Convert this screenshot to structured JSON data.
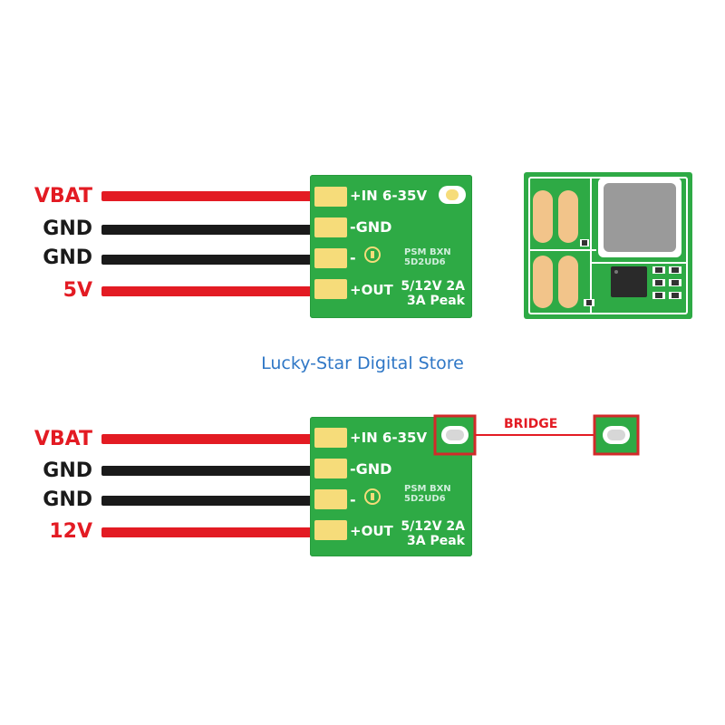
{
  "top_wiring": {
    "wires": [
      {
        "label": "VBAT",
        "color": "#e31b23"
      },
      {
        "label": "GND",
        "color": "#1a1a1a"
      },
      {
        "label": "GND",
        "color": "#1a1a1a"
      },
      {
        "label": "5V",
        "color": "#e31b23"
      }
    ]
  },
  "bottom_wiring": {
    "wires": [
      {
        "label": "VBAT",
        "color": "#e31b23"
      },
      {
        "label": "GND",
        "color": "#1a1a1a"
      },
      {
        "label": "GND",
        "color": "#1a1a1a"
      },
      {
        "label": "12V",
        "color": "#e31b23"
      }
    ]
  },
  "board": {
    "in_label": "+IN 6-35V",
    "gnd_label": "-GND",
    "minus_label": "-",
    "part_line1": "PSM BXN",
    "part_line2": "5D2UD6",
    "out_label": "+OUT",
    "spec_line1": "5/12V 2A",
    "spec_line2": "3A Peak"
  },
  "store_name": "Lucky-Star Digital Store",
  "bridge_label": "BRIDGE",
  "colors": {
    "pcb_green": "#2eaa45",
    "pad_gold": "#f6dc7a",
    "wire_red": "#e31b23",
    "wire_black": "#1a1a1a",
    "store_blue": "#2f77c6"
  }
}
